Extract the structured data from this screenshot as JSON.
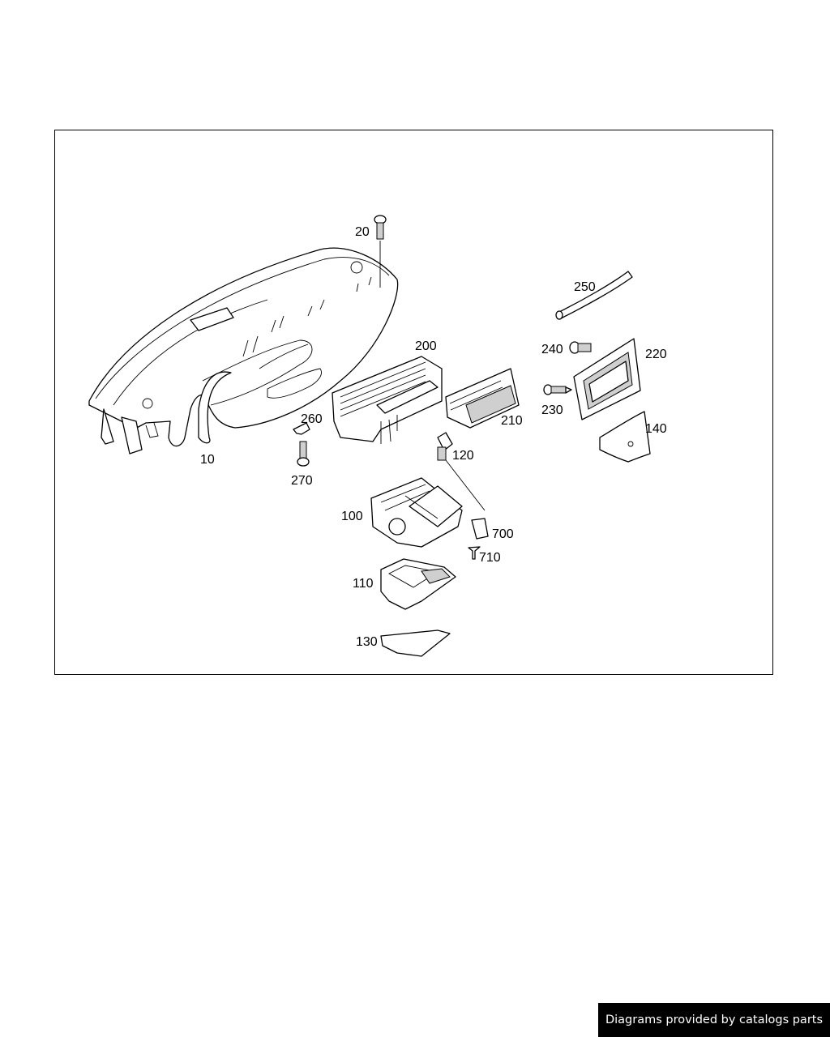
{
  "diagram": {
    "callouts": [
      {
        "id": "c20",
        "label": "20"
      },
      {
        "id": "c250",
        "label": "250"
      },
      {
        "id": "c200",
        "label": "200"
      },
      {
        "id": "c240",
        "label": "240"
      },
      {
        "id": "c220",
        "label": "220"
      },
      {
        "id": "c230",
        "label": "230"
      },
      {
        "id": "c210",
        "label": "210"
      },
      {
        "id": "c140",
        "label": "140"
      },
      {
        "id": "c260",
        "label": "260"
      },
      {
        "id": "c120",
        "label": "120"
      },
      {
        "id": "c10",
        "label": "10"
      },
      {
        "id": "c270",
        "label": "270"
      },
      {
        "id": "c100",
        "label": "100"
      },
      {
        "id": "c700",
        "label": "700"
      },
      {
        "id": "c710",
        "label": "710"
      },
      {
        "id": "c110",
        "label": "110"
      },
      {
        "id": "c130",
        "label": "130"
      }
    ]
  },
  "footer": {
    "badge_text": "Diagrams provided by catalogs parts"
  }
}
